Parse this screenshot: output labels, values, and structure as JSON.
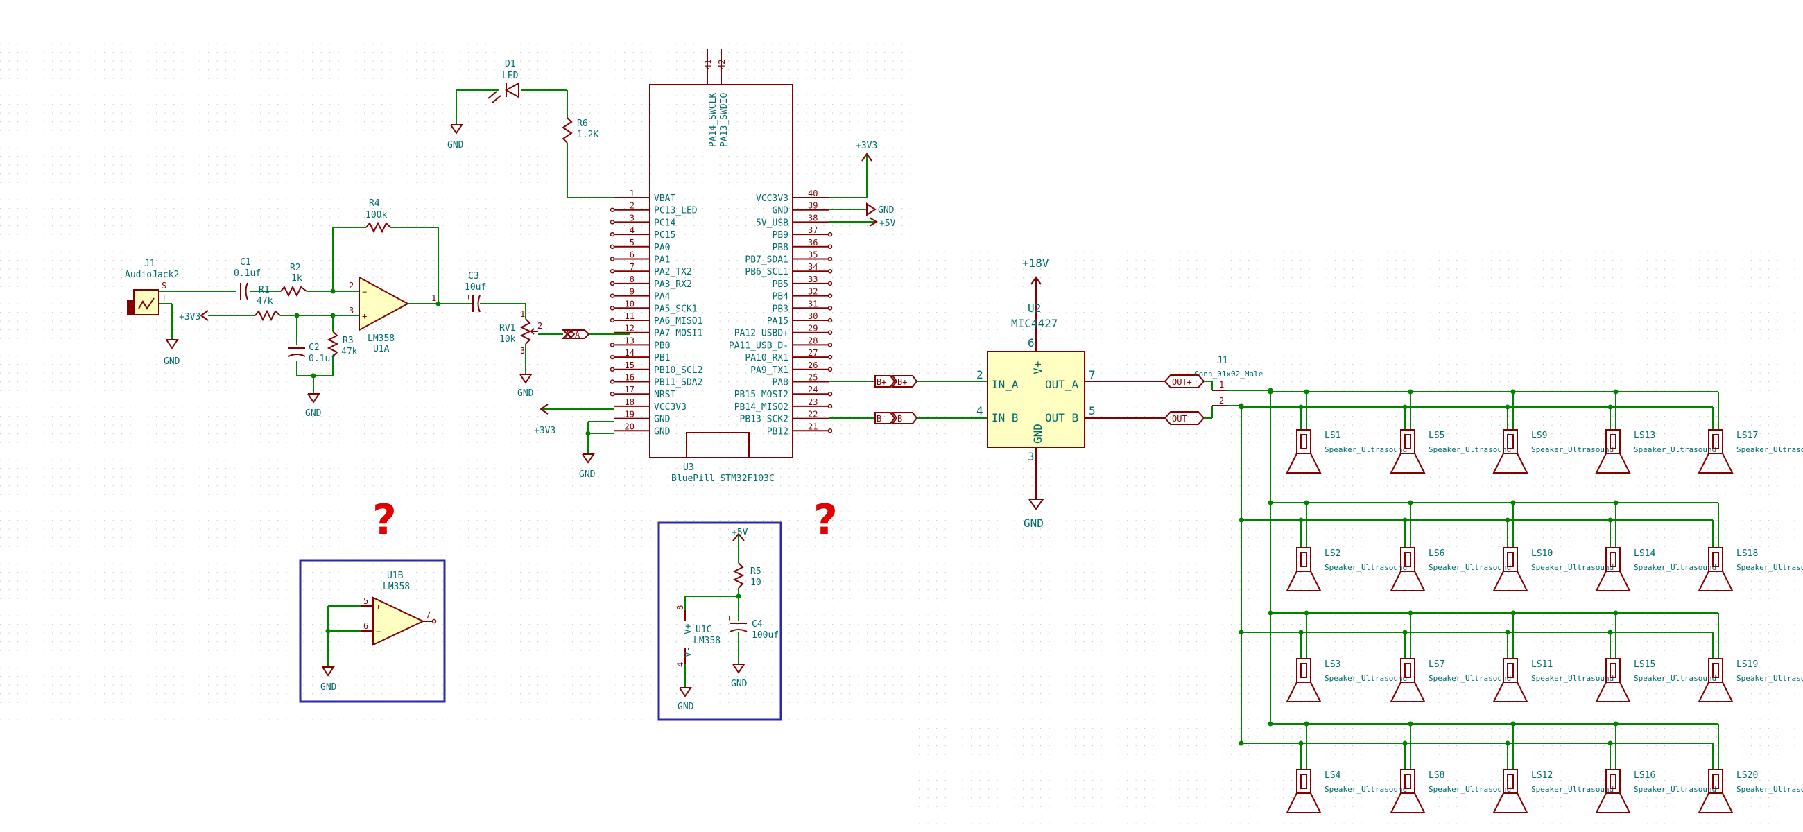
{
  "colors": {
    "wire": "#008400",
    "body": "#840000",
    "text": "#006b6b",
    "fill": "#ffffc2",
    "question": "#e00000",
    "note_box": "#2a2aa8"
  },
  "u3": {
    "ref": "U3",
    "value": "BluePill_STM32F103C",
    "left_pins": [
      {
        "num": "1",
        "name": "VBAT"
      },
      {
        "num": "2",
        "name": "PC13_LED"
      },
      {
        "num": "3",
        "name": "PC14"
      },
      {
        "num": "4",
        "name": "PC15"
      },
      {
        "num": "5",
        "name": "PA0"
      },
      {
        "num": "6",
        "name": "PA1"
      },
      {
        "num": "7",
        "name": "PA2_TX2"
      },
      {
        "num": "8",
        "name": "PA3_RX2"
      },
      {
        "num": "9",
        "name": "PA4"
      },
      {
        "num": "10",
        "name": "PA5_SCK1"
      },
      {
        "num": "11",
        "name": "PA6_MISO1"
      },
      {
        "num": "12",
        "name": "PA7_MOSI1"
      },
      {
        "num": "13",
        "name": "PB0"
      },
      {
        "num": "14",
        "name": "PB1"
      },
      {
        "num": "15",
        "name": "PB10_SCL2"
      },
      {
        "num": "16",
        "name": "PB11_SDA2"
      },
      {
        "num": "17",
        "name": "NRST"
      },
      {
        "num": "18",
        "name": "VCC3V3"
      },
      {
        "num": "19",
        "name": "GND"
      },
      {
        "num": "20",
        "name": "GND"
      }
    ],
    "right_pins": [
      {
        "num": "40",
        "name": "VCC3V3"
      },
      {
        "num": "39",
        "name": "GND"
      },
      {
        "num": "38",
        "name": "5V_USB"
      },
      {
        "num": "37",
        "name": "PB9"
      },
      {
        "num": "36",
        "name": "PB8"
      },
      {
        "num": "35",
        "name": "PB7_SDA1"
      },
      {
        "num": "34",
        "name": "PB6_SCL1"
      },
      {
        "num": "33",
        "name": "PB5"
      },
      {
        "num": "32",
        "name": "PB4"
      },
      {
        "num": "31",
        "name": "PB3"
      },
      {
        "num": "30",
        "name": "PA15"
      },
      {
        "num": "29",
        "name": "PA12_USBD+"
      },
      {
        "num": "28",
        "name": "PA11_USB_D-"
      },
      {
        "num": "27",
        "name": "PA10_RX1"
      },
      {
        "num": "26",
        "name": "PA9_TX1"
      },
      {
        "num": "25",
        "name": "PA8"
      },
      {
        "num": "24",
        "name": "PB15_MOSI2"
      },
      {
        "num": "23",
        "name": "PB14_MISO2"
      },
      {
        "num": "22",
        "name": "PB13_SCK2"
      },
      {
        "num": "21",
        "name": "PB12"
      }
    ],
    "top_pins": [
      {
        "num": "41",
        "name": "PA14_SWCLK"
      },
      {
        "num": "42",
        "name": "PA13_SWDIO"
      }
    ]
  },
  "u2": {
    "ref": "U2",
    "value": "MIC4427",
    "pin_in_a": "IN_A",
    "pin_in_b": "IN_B",
    "pin_out_a": "OUT_A",
    "pin_out_b": "OUT_B",
    "pin_vplus": "V+",
    "pin_gnd": "GND",
    "n2": "2",
    "n4": "4",
    "n7": "7",
    "n5": "5",
    "n6": "6",
    "n3": "3"
  },
  "labels": {
    "d1_ref": "D1",
    "d1_val": "LED",
    "r6_ref": "R6",
    "r6_val": "1.2K",
    "r4_ref": "R4",
    "r4_val": "100k",
    "j1_ref": "J1",
    "j1_val": "AudioJack2",
    "j1_s": "S",
    "j1_t": "T",
    "c1_ref": "C1",
    "c1_val": "0.1uf",
    "r2_ref": "R2",
    "r2_val": "1k",
    "r1_ref": "R1",
    "r1_val": "47k",
    "c2_ref": "C2",
    "c2_val": "0.1uf",
    "r3_ref": "R3",
    "r3_val": "47k",
    "u1a_ref": "U1A",
    "u1a_val": "LM358",
    "c3_ref": "C3",
    "c3_val": "10uf",
    "rv1_ref": "RV1",
    "rv1_val": "10k",
    "u1b_ref": "U1B",
    "u1b_val": "LM358",
    "u1c_ref": "U1C",
    "u1c_val": "LM358",
    "r5_ref": "R5",
    "r5_val": "10",
    "c4_ref": "C4",
    "c4_val": "100uf",
    "conn_ref": "J1",
    "conn_val": "Conn_01x02_Male",
    "p_3v3_a": "+3V3",
    "p_3v3_b": "+3V3",
    "p_3v3_c": "+3V3",
    "p_5v_a": "+5V",
    "p_5v_b": "+5V",
    "p_18v": "+18V",
    "gnd": "GND",
    "vplus": "V+",
    "vminus": "V-",
    "lbl_a": "A",
    "lbl_bp": "B+",
    "lbl_bm": "B-",
    "lbl_outp": "OUT+",
    "lbl_outm": "OUT-",
    "question": "?",
    "pin_1": "1",
    "pin_2": "2",
    "pin_3": "3",
    "pin_4": "4",
    "pin_5": "5",
    "pin_6": "6",
    "pin_7": "7",
    "pin_8": "8",
    "op_minus": "−",
    "op_plus": "+"
  },
  "speakers": {
    "value": "Speaker_Ultrasound",
    "refs": [
      [
        "LS1",
        "LS5",
        "LS9",
        "LS13",
        "LS17"
      ],
      [
        "LS2",
        "LS6",
        "LS10",
        "LS14",
        "LS18"
      ],
      [
        "LS3",
        "LS7",
        "LS11",
        "LS15",
        "LS19"
      ],
      [
        "LS4",
        "LS8",
        "LS12",
        "LS16",
        "LS20"
      ]
    ]
  }
}
